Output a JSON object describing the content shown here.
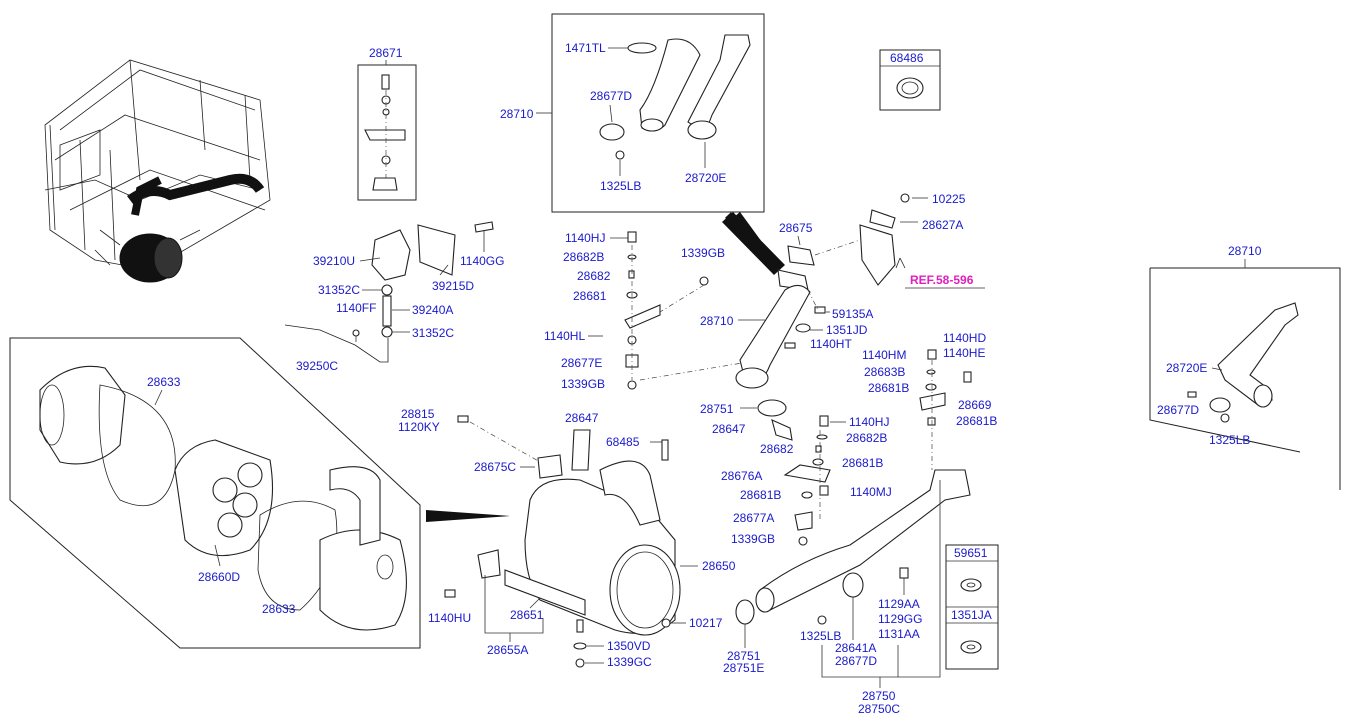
{
  "labels": {
    "p28671": "28671",
    "p1471TL": "1471TL",
    "p28710_top": "28710",
    "p28677D_top": "28677D",
    "p1325LB_top": "1325LB",
    "p28720E_top": "28720E",
    "p68486": "68486",
    "p39210U": "39210U",
    "p39215D": "39215D",
    "p1140GG": "1140GG",
    "p31352C_a": "31352C",
    "p1140FF": "1140FF",
    "p39240A": "39240A",
    "p31352C_b": "31352C",
    "p39250C": "39250C",
    "p1140HJ_a": "1140HJ",
    "p28682B_a": "28682B",
    "p28682_a": "28682",
    "p28681_a": "28681",
    "p1140HL": "1140HL",
    "p28677E": "28677E",
    "p1339GB_a": "1339GB",
    "p1339GB_b": "1339GB",
    "p28675": "28675",
    "p10225": "10225",
    "p28627A": "28627A",
    "ref": "REF.58-596",
    "p28710_mid": "28710",
    "p59135A": "59135A",
    "p1351JD": "1351JD",
    "p1140HT": "1140HT",
    "p1140HM": "1140HM",
    "p1140HD": "1140HD",
    "p1140HE": "1140HE",
    "p28683B": "28683B",
    "p28681B_a": "28681B",
    "p28669": "28669",
    "p28681B_b": "28681B",
    "p28751_a": "28751",
    "p28647_a": "28647",
    "p1140HJ_b": "1140HJ",
    "p28682B_b": "28682B",
    "p28682_b": "28682",
    "p28681B_c": "28681B",
    "p28676A": "28676A",
    "p28681B_d": "28681B",
    "p1140MJ": "1140MJ",
    "p28677A": "28677A",
    "p1339GB_c": "1339GB",
    "p28633_a": "28633",
    "p28660D": "28660D",
    "p28633_b": "28633",
    "p28815": "28815",
    "p1120KY": "1120KY",
    "p28647_b": "28647",
    "p68485": "68485",
    "p28675C": "28675C",
    "p28650": "28650",
    "p1140HU": "1140HU",
    "p28651": "28651",
    "p28655A": "28655A",
    "p1350VD": "1350VD",
    "p1339GC": "1339GC",
    "p10217": "10217",
    "p28751_b": "28751",
    "p28751E": "28751E",
    "p1325LB_mid": "1325LB",
    "p28641A": "28641A",
    "p28677D_mid": "28677D",
    "p1129AA": "1129AA",
    "p1129GG": "1129GG",
    "p1131AA": "1131AA",
    "p28750": "28750",
    "p28750C": "28750C",
    "p59651": "59651",
    "p1351JA": "1351JA",
    "p28710_right": "28710",
    "p28720E_right": "28720E",
    "p28677D_right": "28677D",
    "p1325LB_right": "1325LB"
  },
  "colors": {
    "label": "#1a1acc",
    "reference": "#e020c0",
    "line": "#222222"
  }
}
